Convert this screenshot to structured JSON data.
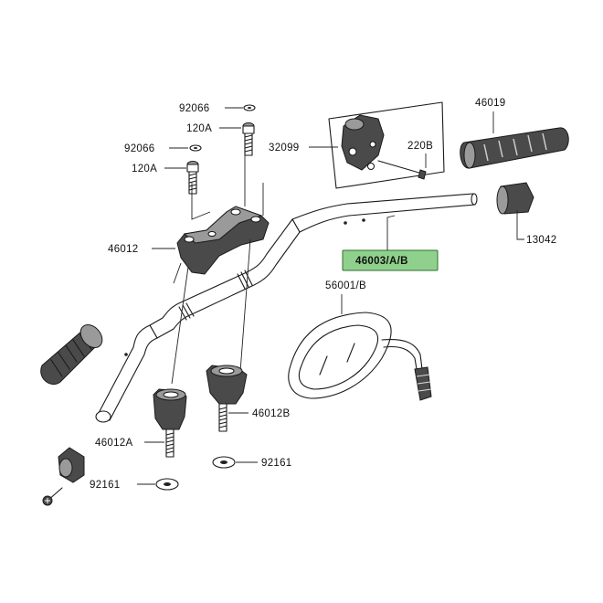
{
  "labels": {
    "p92066_top": "92066",
    "p120a_top": "120A",
    "p92066_mid": "92066",
    "p120a_mid": "120A",
    "p46012": "46012",
    "p32099": "32099",
    "p220b": "220B",
    "p46019": "46019",
    "p13042": "13042",
    "p46003": "46003/A/B",
    "p56001": "56001/B",
    "p46012b": "46012B",
    "p46012a": "46012A",
    "p92161_right": "92161",
    "p92161_left": "92161"
  },
  "highlight_color": "#8fd18c",
  "icons": [
    "handlebar",
    "clamp-holder",
    "bolt",
    "washer",
    "grip",
    "throttle-housing",
    "mirror",
    "bar-end-weight",
    "screw"
  ]
}
